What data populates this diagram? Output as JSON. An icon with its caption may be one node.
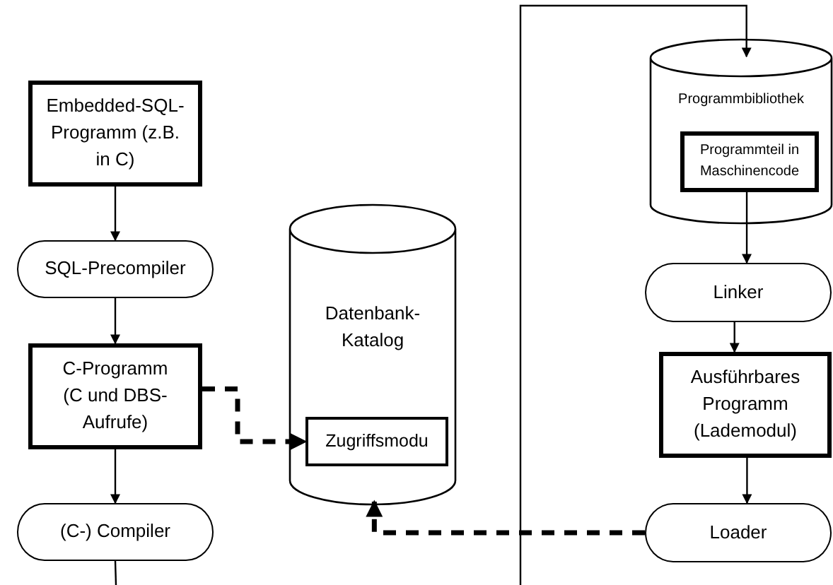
{
  "diagram": {
    "nodes": [
      {
        "text": [
          "Embedded-SQL-Programm (z.B. in C)"
        ]
      },
      {
        "text": [
          "SQL-Precompiler"
        ]
      },
      {
        "text": [
          "C-Programm (C und DBS- Aufrufe)"
        ]
      },
      {
        "text": [
          "(C-) Compiler"
        ]
      },
      {
        "text": [
          "Datenbank-Katalog"
        ]
      },
      {
        "text": [
          "Zugriffsmodu"
        ],
        "in": 4
      },
      {
        "text": [
          "Programmbibliothek"
        ]
      },
      {
        "text": [
          "Programmteil in Maschinencode"
        ],
        "in": 6
      },
      {
        "text": [
          "Linker"
        ]
      },
      {
        "text": [
          "Ausführbares Programm (Lademodul)"
        ]
      },
      {
        "text": [
          "Loader"
        ]
      }
    ],
    "edges": [
      {
        "from": 0,
        "to": 1,
        "arrow": "to"
      },
      {
        "from": 1,
        "to": 2,
        "arrow": "to"
      },
      {
        "from": 2,
        "to": 3,
        "arrow": "to"
      },
      {
        "from": 2,
        "to": 5,
        "arrow": "to",
        "style": "dashed"
      },
      {
        "from": 10,
        "to": 4,
        "arrow": "to",
        "style": "dashed"
      },
      {
        "from": 3,
        "to": null,
        "arrow": "none"
      },
      {
        "from": null,
        "to": 6,
        "arrow": "to"
      },
      {
        "from": 7,
        "to": 8,
        "arrow": "to"
      },
      {
        "from": 8,
        "to": 9,
        "arrow": "to"
      },
      {
        "from": 9,
        "to": 10,
        "arrow": "to"
      }
    ]
  }
}
